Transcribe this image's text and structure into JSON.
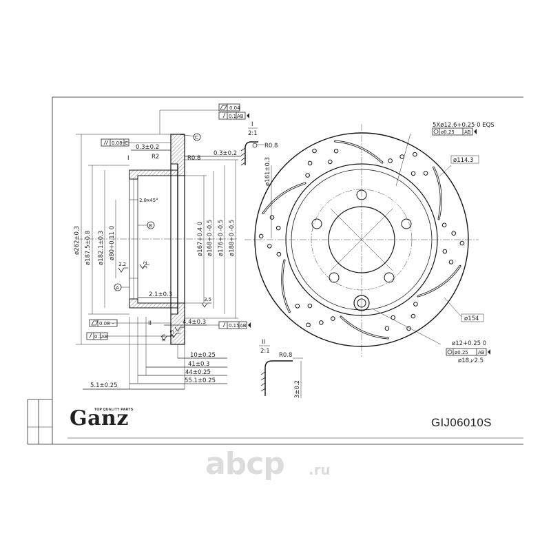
{
  "side_view": {
    "labels": {
      "d262": "ø262±0.3",
      "d187": "ø187.5±0.8",
      "d182": "ø182.1±0.3",
      "d80": "ø80+0.11 0",
      "d167": "ø167+0.4 0",
      "d168": "ø168+0 -0.5",
      "d176": "ø176+0 -0.5",
      "d188": "ø188+0 -0.5",
      "off_top": "0.3±0.2",
      "r2": "R2",
      "r08": "R0.8",
      "off_right": "0.3±0.2",
      "chamfer": "2.8x45°",
      "w21": "2.1±0.3",
      "w44": "4.4±0.3",
      "l10": "10±0.25",
      "l41": "41±0.3",
      "l44": "44±0.25",
      "l551": "55.1±0.25",
      "l51": "5.1±0.25",
      "r32a": "3.2",
      "r32b": "3.2",
      "r35a": "3.5",
      "r35b": "3.5",
      "r35c": "3.5",
      "datum_a": "A",
      "datum_b": "B",
      "datum_c": "C",
      "sec1": "I",
      "sec2": "II"
    },
    "gdt": {
      "flat": "0.04",
      "runout_top": "0.1",
      "runout_top_ref": "AB",
      "parallel_top": "0.08",
      "parallel_top_ref": "C",
      "runout_right": "0.15",
      "runout_right_ref": "AB",
      "parallel_bottom": "0.08",
      "parallel_bottom_ref": "-",
      "runout_bottom": "0.1",
      "runout_bottom_ref": "AB"
    }
  },
  "detail_1": {
    "title": "I",
    "scale": "2:1",
    "radius": "R0.8"
  },
  "detail_2": {
    "title": "II",
    "scale": "2:1",
    "radius": "R0.8",
    "depth": "3±0.2"
  },
  "front_view": {
    "labels": {
      "bolt_holes": "5Xø12.6+0.25 0 EQS",
      "bolt_tol": "ø0.25",
      "bolt_ref": "AB",
      "d161": "ø161±0.3",
      "d114": "ø114.3",
      "d154": "ø154",
      "hole12": "ø12+0.25 0",
      "hole_tol": "ø0.25",
      "hole_ref": "AB",
      "hole_cb": "ø18,⩗2.5"
    }
  },
  "brand": {
    "name": "Ganz",
    "tagline": "TOP QUALITY PARTS"
  },
  "part_number": "GIJ06010S",
  "watermark": {
    "text": "abcp",
    "suffix": ".ru"
  },
  "colors": {
    "ink": "#222222",
    "watermark": "#dcdcdc",
    "background": "#ffffff"
  }
}
